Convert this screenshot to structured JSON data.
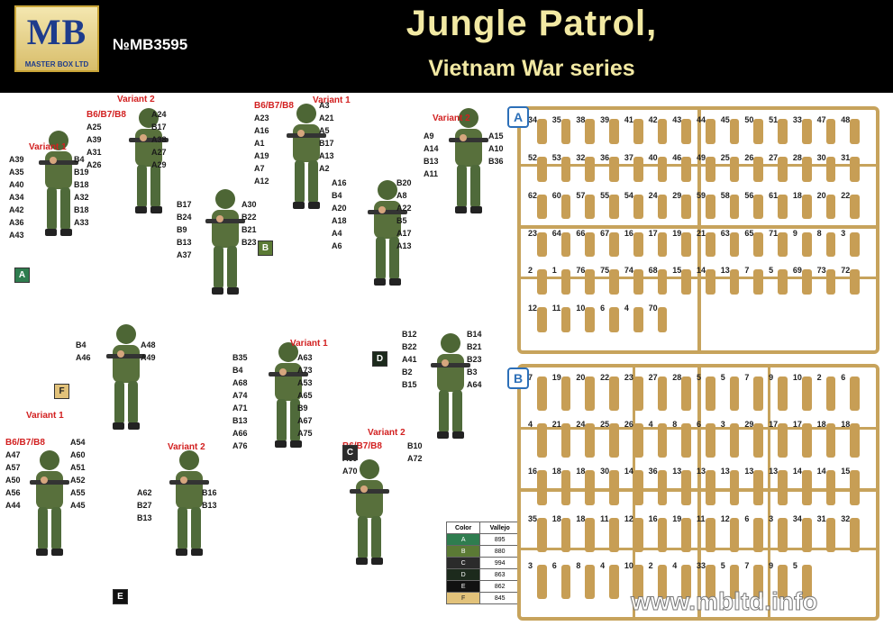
{
  "header": {
    "logo_text": "MB",
    "logo_subtext": "MASTER BOX LTD",
    "catalog_number": "№MB3595",
    "title": "Jungle Patrol,",
    "subtitle": "Vietnam War series"
  },
  "variants": {
    "v1": "Variant 1",
    "v2": "Variant 2"
  },
  "colors": {
    "header_bg": "#000000",
    "title": "#f2e9a3",
    "sprue": "#c7a35c",
    "variant_text": "#d22020",
    "uniform": "#4f6a3a"
  },
  "figure_labels": {
    "f1": [
      "A39",
      "B4",
      "A35",
      "B19",
      "A40",
      "B18",
      "A34",
      "A32",
      "A42",
      "B18",
      "A36",
      "A33",
      "A43"
    ],
    "f2": [
      "B6/B7/B8",
      "A24",
      "A25",
      "B17",
      "A39",
      "A38",
      "A31",
      "A27",
      "A26",
      "A29"
    ],
    "f3": [
      "B6/B7/B8",
      "A3",
      "A23",
      "A21",
      "A16",
      "A5",
      "A1",
      "B17",
      "A19",
      "A13",
      "A7",
      "A2",
      "A12"
    ],
    "f4": [
      "B17",
      "A30",
      "B24",
      "B22",
      "B9",
      "B21",
      "B13",
      "B23",
      "A37"
    ],
    "f5": [
      "A16",
      "B20",
      "B4",
      "A8",
      "A20",
      "A22",
      "A18",
      "B5",
      "A4",
      "A17",
      "A6",
      "A13"
    ],
    "f6": [
      "A9",
      "A15",
      "A14",
      "A10",
      "B13",
      "B36",
      "A11"
    ],
    "f7": [
      "B4",
      "A48",
      "A46",
      "A49"
    ],
    "f8": [
      "B35",
      "A63",
      "B4",
      "A73",
      "A68",
      "A53",
      "A74",
      "A65",
      "A71",
      "B9",
      "B13",
      "A67",
      "A66",
      "A75",
      "A76"
    ],
    "f9": [
      "B12",
      "B14",
      "B22",
      "B21",
      "A41",
      "B23",
      "B2",
      "B3",
      "B15",
      "A64"
    ],
    "f10": [
      "B6/B7/B8",
      "A54",
      "A47",
      "A60",
      "A57",
      "A51",
      "A50",
      "A52",
      "A56",
      "A55",
      "A44",
      "A45"
    ],
    "f11": [
      "A62",
      "B16",
      "B27",
      "B13",
      "B13"
    ],
    "f12": [
      "B6/B7/B8",
      "B10",
      "A69",
      "A72",
      "A70"
    ]
  },
  "tags": [
    "A",
    "B",
    "C",
    "D",
    "E",
    "F"
  ],
  "legend": {
    "headers": [
      "Color",
      "Vallejo"
    ],
    "rows": [
      {
        "tag": "A",
        "code": "895",
        "color": "#2f7d4f"
      },
      {
        "tag": "B",
        "code": "880",
        "color": "#5b7a35"
      },
      {
        "tag": "C",
        "code": "994",
        "color": "#2b2b2b"
      },
      {
        "tag": "D",
        "code": "863",
        "color": "#1c2a1c"
      },
      {
        "tag": "E",
        "code": "862",
        "color": "#111111"
      },
      {
        "tag": "F",
        "code": "845",
        "color": "#e2c27a"
      }
    ]
  },
  "sprue_a": {
    "badge": "A",
    "numbers": [
      "34",
      "35",
      "38",
      "39",
      "41",
      "42",
      "43",
      "44",
      "45",
      "50",
      "51",
      "33",
      "47",
      "48",
      "52",
      "53",
      "32",
      "36",
      "37",
      "40",
      "46",
      "49",
      "25",
      "26",
      "27",
      "28",
      "30",
      "31",
      "62",
      "60",
      "57",
      "55",
      "54",
      "24",
      "29",
      "59",
      "58",
      "56",
      "61",
      "18",
      "20",
      "22",
      "23",
      "64",
      "66",
      "67",
      "16",
      "17",
      "19",
      "21",
      "63",
      "65",
      "71",
      "9",
      "8",
      "3",
      "2",
      "1",
      "76",
      "75",
      "74",
      "68",
      "15",
      "14",
      "13",
      "7",
      "5",
      "69",
      "73",
      "72",
      "12",
      "11",
      "10",
      "6",
      "4",
      "70"
    ]
  },
  "sprue_b": {
    "badge": "B",
    "numbers": [
      "7",
      "19",
      "20",
      "22",
      "23",
      "27",
      "28",
      "5",
      "5",
      "7",
      "9",
      "10",
      "2",
      "6",
      "4",
      "21",
      "24",
      "25",
      "26",
      "4",
      "8",
      "6",
      "3",
      "29",
      "17",
      "17",
      "18",
      "18",
      "16",
      "18",
      "18",
      "30",
      "14",
      "36",
      "13",
      "13",
      "13",
      "13",
      "13",
      "14",
      "14",
      "15",
      "35",
      "18",
      "18",
      "11",
      "12",
      "16",
      "19",
      "11",
      "12",
      "6",
      "3",
      "34",
      "31",
      "32",
      "3",
      "6",
      "8",
      "4",
      "10",
      "2",
      "4",
      "33",
      "5",
      "7",
      "9",
      "5"
    ]
  },
  "watermark": "www.mbltd.info"
}
